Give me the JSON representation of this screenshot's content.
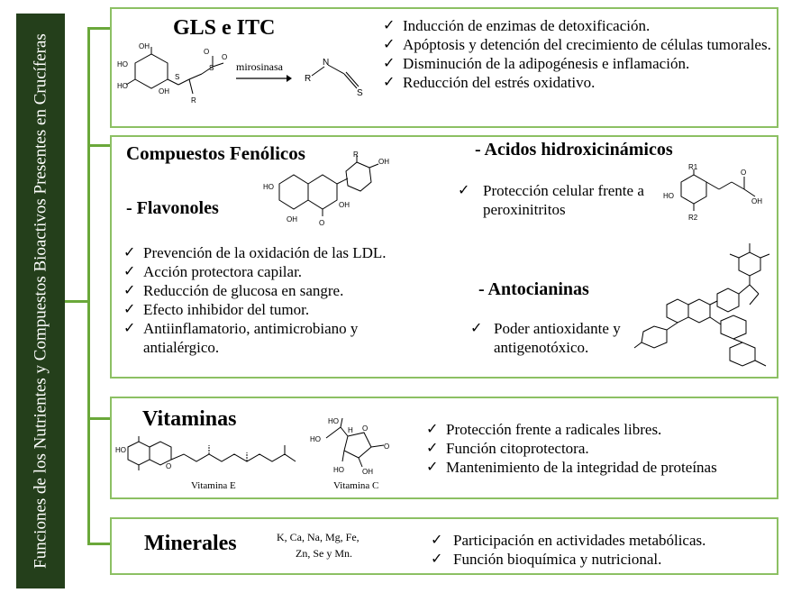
{
  "sidebar": {
    "title": "Funciones de los Nutrientes y Compuestos Bioactivos Presentes en Crucíferas"
  },
  "colors": {
    "sidebar_bg": "#243f1b",
    "box_border": "#8cc063",
    "connector": "#6aa83a"
  },
  "check_icon": "✓",
  "gls": {
    "title": "GLS e ITC",
    "reaction_label": "mirosinasa",
    "items": [
      "Inducción de enzimas de detoxificación.",
      "Apóptosis y detención del crecimiento de células tumorales.",
      "Disminución de la adipogénesis e inflamación.",
      "Reducción del estrés oxidativo."
    ]
  },
  "fenolicos": {
    "title": "Compuestos Fenólicos",
    "flavonoles": {
      "title": "- Flavonoles",
      "items": [
        "Prevención de la oxidación de las LDL.",
        "Acción protectora capilar.",
        "Reducción de glucosa en sangre.",
        "Efecto inhibidor del tumor.",
        "Antiinflamatorio, antimicrobiano y antialérgico."
      ]
    },
    "acidos": {
      "title": "- Acidos hidroxicinámicos",
      "items": [
        "Protección celular frente a peroxinitritos"
      ]
    },
    "antocianinas": {
      "title": "- Antocianinas",
      "items": [
        "Poder antioxidante y antigenotóxico."
      ]
    }
  },
  "vitaminas": {
    "title": "Vitaminas",
    "vitamina_e_label": "Vitamina E",
    "vitamina_c_label": "Vitamina C",
    "items": [
      "Protección frente a radicales libres.",
      "Función citoprotectora.",
      "Mantenimiento de la integridad de proteínas"
    ]
  },
  "minerales": {
    "title": "Minerales",
    "elements_line1": "K, Ca, Na, Mg, Fe,",
    "elements_line2": "Zn, Se y Mn.",
    "items": [
      "Participación en actividades metabólicas.",
      "Función bioquímica y nutricional."
    ]
  }
}
